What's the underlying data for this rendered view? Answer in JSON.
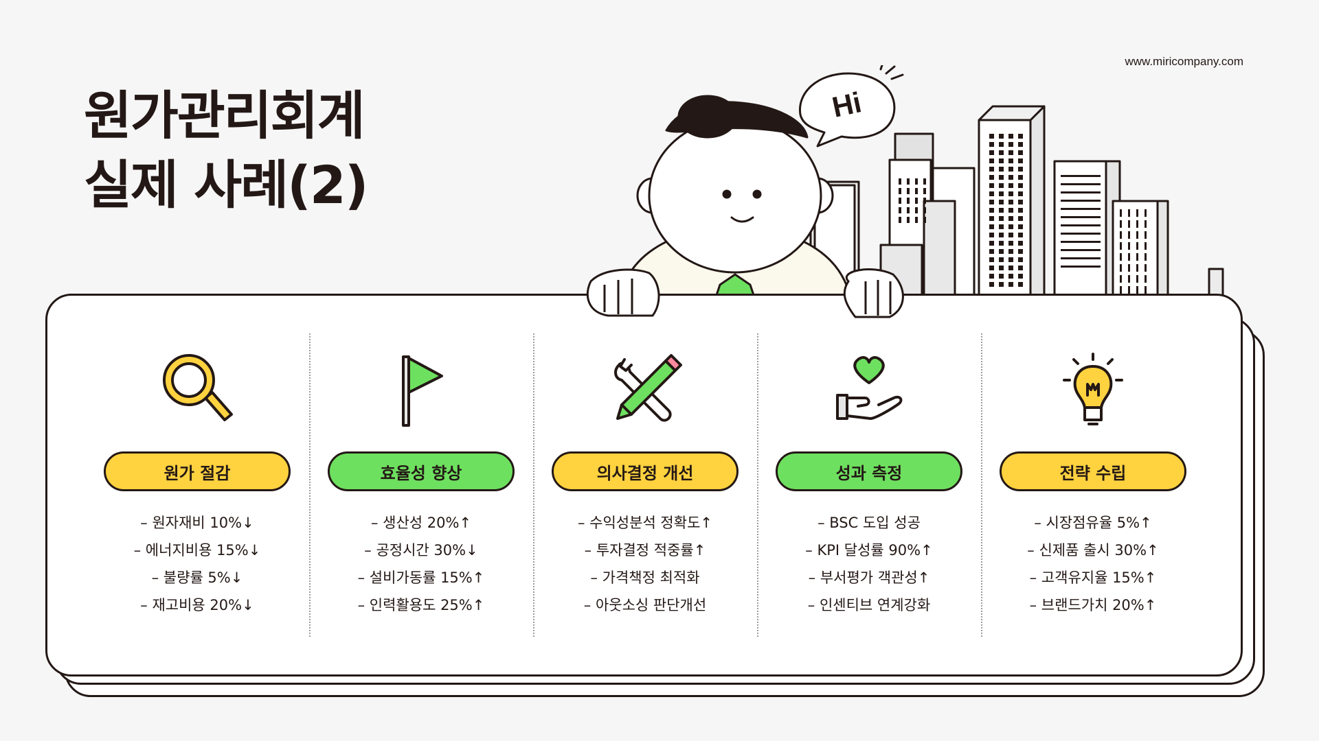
{
  "website": "www.miricompany.com",
  "title": {
    "line1": "원가관리회계",
    "line2": "실제 사례(2)"
  },
  "greeting": "Hi",
  "colors": {
    "yellow": "#ffd23f",
    "green": "#6ee060",
    "ink": "#231815",
    "background": "#f6f6f6"
  },
  "columns": [
    {
      "icon": "magnifier-icon",
      "label": "원가 절감",
      "color": "yellow",
      "items": [
        "– 원자재비 10%↓",
        "– 에너지비용 15%↓",
        "– 불량률 5%↓",
        "– 재고비용 20%↓"
      ]
    },
    {
      "icon": "flag-icon",
      "label": "효율성 향상",
      "color": "green",
      "items": [
        "– 생산성 20%↑",
        "– 공정시간 30%↓",
        "– 설비가동률 15%↑",
        "– 인력활용도 25%↑"
      ]
    },
    {
      "icon": "pencil-wrench-icon",
      "label": "의사결정 개선",
      "color": "yellow",
      "items": [
        "– 수익성분석 정확도↑",
        "– 투자결정 적중률↑",
        "– 가격책정 최적화",
        "– 아웃소싱 판단개선"
      ]
    },
    {
      "icon": "heart-hand-icon",
      "label": "성과 측정",
      "color": "green",
      "items": [
        "– BSC 도입 성공",
        "– KPI 달성률 90%↑",
        "– 부서평가 객관성↑",
        "– 인센티브 연계강화"
      ]
    },
    {
      "icon": "lightbulb-icon",
      "label": "전략 수립",
      "color": "yellow",
      "items": [
        "– 시장점유율 5%↑",
        "– 신제품 출시 30%↑",
        "– 고객유지율 15%↑",
        "– 브랜드가치 20%↑"
      ]
    }
  ]
}
